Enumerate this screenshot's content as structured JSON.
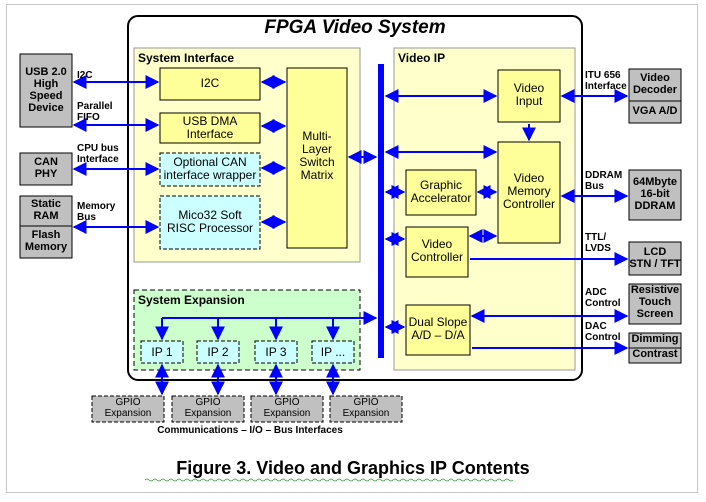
{
  "title": "FPGA Video System",
  "sections": {
    "system_interface": "System Interface",
    "video_ip": "Video IP",
    "system_expansion": "System Expansion"
  },
  "blocks": {
    "i2c": "I2C",
    "usb_dma": "USB DMA\nInterface",
    "can_wrapper": "Optional CAN\ninterface wrapper",
    "mico32": "Mico32 Soft\nRISC Processor",
    "switch_matrix": "Multi-\nLayer\nSwitch\nMatrix",
    "video_input": "Video\nInput",
    "graphic_accel": "Graphic\nAccelerator",
    "video_mem_ctrl": "Video\nMemory\nController",
    "video_ctrl": "Video\nController",
    "dual_slope": "Dual Slope\nA/D – D/A",
    "ip1": "IP 1",
    "ip2": "IP 2",
    "ip3": "IP 3",
    "ip_more": "IP ..."
  },
  "external_left": {
    "usb": "USB 2.0\nHigh\nSpeed\nDevice",
    "can_phy": "CAN\nPHY",
    "static_ram": "Static\nRAM",
    "flash": "Flash\nMemory"
  },
  "external_right": {
    "video_decoder": "Video\nDecoder",
    "vga_ad": "VGA A/D",
    "ddram": "64Mbyte\n16-bit\nDDRAM",
    "lcd": "LCD\nSTN / TFT",
    "touch": "Resistive\nTouch\nScreen",
    "dimming": "Dimming",
    "contrast": "Contrast"
  },
  "link_labels": {
    "i2c": "I2C",
    "parallel_fifo": "Parallel\nFIFO",
    "cpu_bus": "CPU bus\nInterface",
    "memory_bus": "Memory\nBus",
    "itu656": "ITU 656\nInterface",
    "ddram_bus": "DDRAM\nBus",
    "ttl_lvds": "TTL/\nLVDS",
    "adc_control": "ADC\nControl",
    "dac_control": "DAC\nControl"
  },
  "gpio": [
    "GPIO\nExpansion",
    "GPIO\nExpansion",
    "GPIO\nExpansion",
    "GPIO\nExpansion"
  ],
  "bottom_label": "Communications – I/O – Bus Interfaces",
  "figure_caption": "Figure 3. Video and Graphics IP Contents",
  "colors": {
    "block_fill": "#ffff99",
    "section_fill": "#ffffcc",
    "expansion_fill": "#ccffcc",
    "processor_fill": "#ccffff",
    "external_fill": "#c0c0c0",
    "arrow": "#0000ff"
  }
}
